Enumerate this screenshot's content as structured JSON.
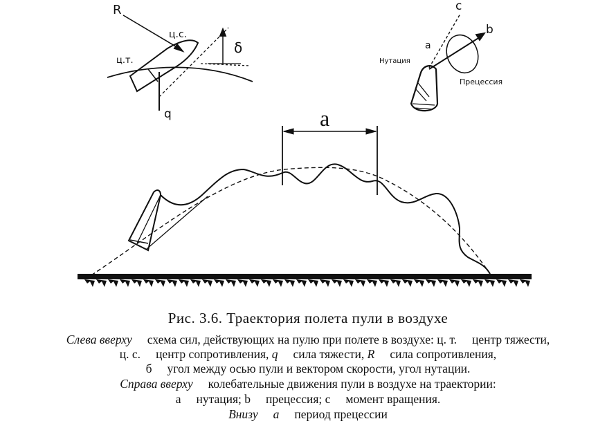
{
  "diagram": {
    "labels": {
      "top_left_force": "R",
      "center_resistance": "ц.с.",
      "center_gravity": "ц.т.",
      "angle": "δ",
      "gravity_force": "q",
      "axis_c": "c",
      "axis_b": "b",
      "point_a": "a",
      "nutation": "Нутация",
      "precession": "Прецессия",
      "period": "a"
    }
  },
  "caption": {
    "title": "Рис.  3.6. Траектория полета пули в воздухе",
    "line1_em": "Слева вверху",
    "line1_text": "схема сил, действующих на пулю при полете в воздухе: ц. т.",
    "line1_tail": "центр тяжести,",
    "line2_a": "ц. с.",
    "line2_b": "центр сопротивления,",
    "line2_q": "q",
    "line2_c": "сила тяжести,",
    "line2_r": "R",
    "line2_d": "сила сопротивления,",
    "line3_a": "б",
    "line3_b": "угол между осью пули и вектором скорости, угол нутации.",
    "line4_em": "Справа вверху",
    "line4_text": "колебательные движения пули в воздухе на траектории:",
    "line5_a": "а",
    "line5_b": "нутация; b",
    "line5_c": "прецессия; с",
    "line5_d": "момент вращения.",
    "line6_em": "Внизу",
    "line6_a": "а",
    "line6_b": "период прецессии"
  }
}
